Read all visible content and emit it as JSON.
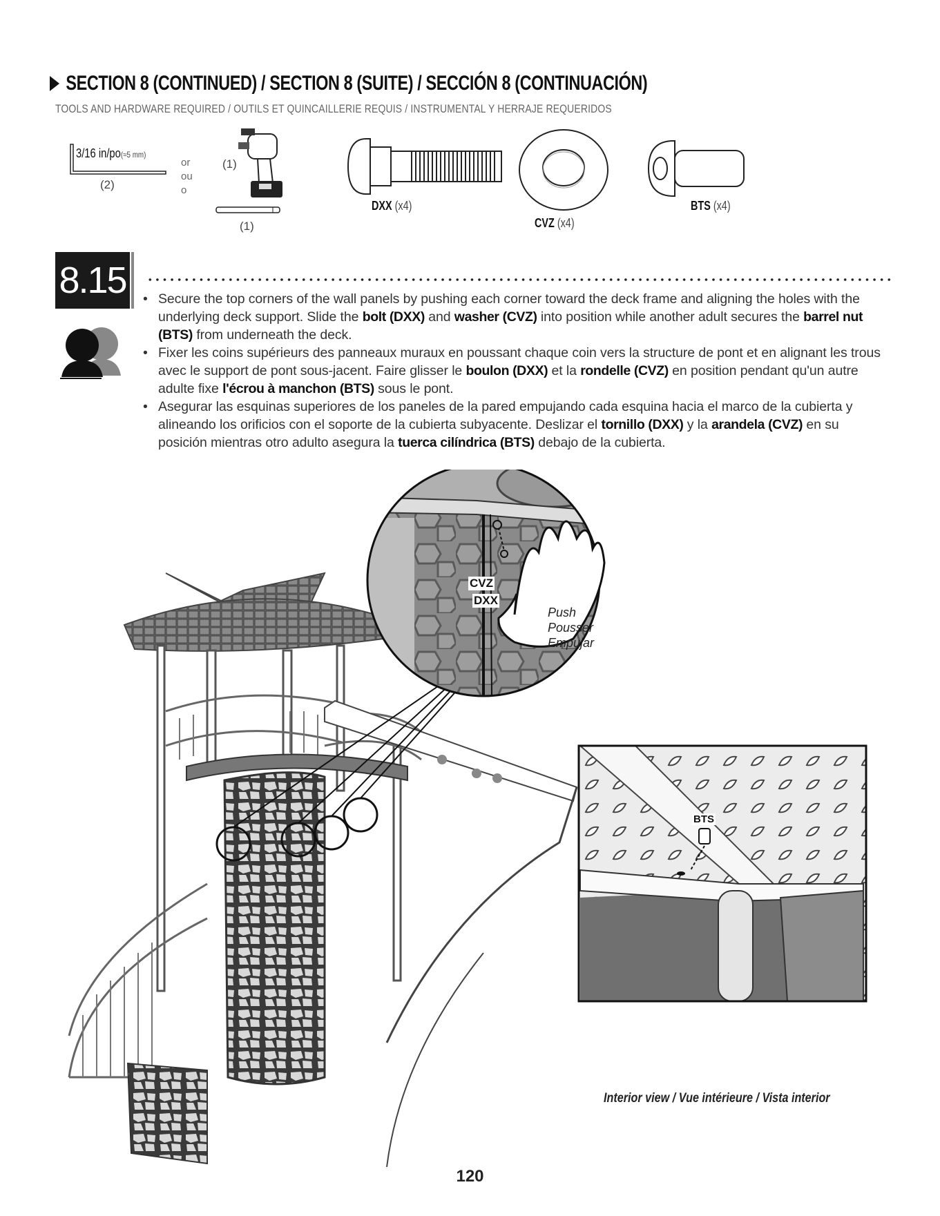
{
  "header": {
    "title": "SECTION 8 (CONTINUED) / SECTION 8 (SUITE) / SECCIÓN 8 (CONTINUACIÓN)",
    "tools_subtitle": "TOOLS AND HARDWARE REQUIRED / OUTILS ET QUINCAILLERIE REQUIS / INSTRUMENTAL Y HERRAJE REQUERIDOS"
  },
  "tools": {
    "allen_key_label": "3/16 in/po",
    "allen_key_mm": "(≈5 mm)",
    "allen_key_qty": "(2)",
    "or_words": [
      "or",
      "ou",
      "o"
    ],
    "drill_qty": "(1)",
    "bit_qty": "(1)"
  },
  "hardware": [
    {
      "code": "DXX",
      "qty": "(x4)"
    },
    {
      "code": "CVZ",
      "qty": "(x4)"
    },
    {
      "code": "BTS",
      "qty": "(x4)"
    }
  ],
  "step": {
    "number": "8.15",
    "en": {
      "t1": "Secure the top corners of the wall panels by pushing each corner toward the deck frame and aligning the holes with the underlying deck support. Slide the ",
      "b1": "bolt (DXX)",
      "t2": " and ",
      "b2": "washer (CVZ)",
      "t3": " into position while another adult secures the ",
      "b3": "barrel nut (BTS)",
      "t4": " from underneath the deck."
    },
    "fr": {
      "t1": "Fixer les coins supérieurs des panneaux muraux en poussant chaque coin vers la structure de pont et en alignant les trous avec le support de pont sous-jacent. Faire glisser le ",
      "b1": "boulon (DXX)",
      "t2": " et la ",
      "b2": "rondelle (CVZ)",
      "t3": " en position pendant qu'un autre adulte fixe ",
      "b3": "l'écrou à manchon (BTS)",
      "t4": " sous le pont."
    },
    "es": {
      "t1": "Asegurar las esquinas superiores de los paneles de la pared empujando cada esquina hacia el marco de la cubierta y alineando los orificios con el soporte de la cubierta subyacente. Deslizar el ",
      "b1": "tornillo (DXX)",
      "t2": " y la ",
      "b2": "arandela (CVZ)",
      "t3": " en su posición mientras otro adulto asegura la ",
      "b3": "tuerca cilíndrica (BTS)",
      "t4": " debajo de la cubierta."
    }
  },
  "detail": {
    "cvz": "CVZ",
    "dxx": "DXX",
    "push": [
      "Push",
      "Pousser",
      "Empujar"
    ],
    "bts": "BTS"
  },
  "caption": "Interior view / Vue intérieure / Vista interior",
  "page_number": "120"
}
